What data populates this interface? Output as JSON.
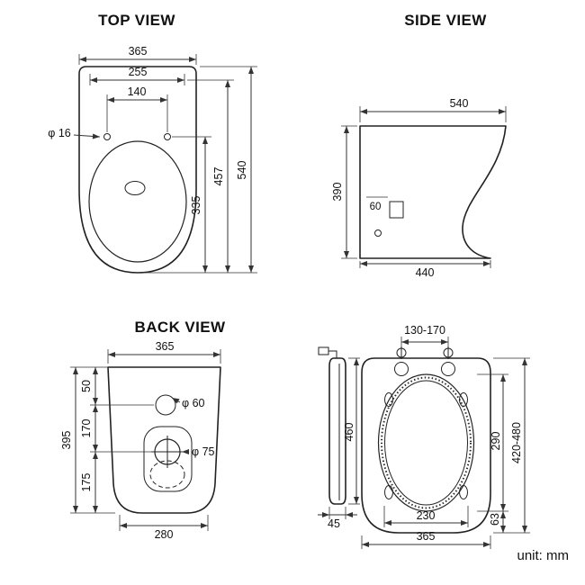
{
  "unit_label": "unit: mm",
  "top_view": {
    "title": "TOP VIEW",
    "overall_width": "365",
    "tank_width": "255",
    "hinge_span": "140",
    "hinge_hole_dia": "φ 16",
    "overall_depth": "540",
    "seat_depth": "457",
    "bowl_depth": "335"
  },
  "side_view": {
    "title": "SIDE VIEW",
    "overall_depth": "540",
    "height": "390",
    "inlet": "60",
    "base_depth": "440"
  },
  "back_view": {
    "title": "BACK VIEW",
    "overall_width": "365",
    "top_to_inlet": "50",
    "inlet_to_outlet": "170",
    "height": "395",
    "outlet_to_bottom": "175",
    "inlet_dia": "φ 60",
    "outlet_dia": "φ 75",
    "base_width": "280"
  },
  "seat_view": {
    "hinge_span": "130-170",
    "lid_length": "460",
    "lid_thickness": "45",
    "opening_length": "290",
    "overall_length": "420-480",
    "rear_offset": "63",
    "fixing_span": "230",
    "overall_width": "365"
  }
}
